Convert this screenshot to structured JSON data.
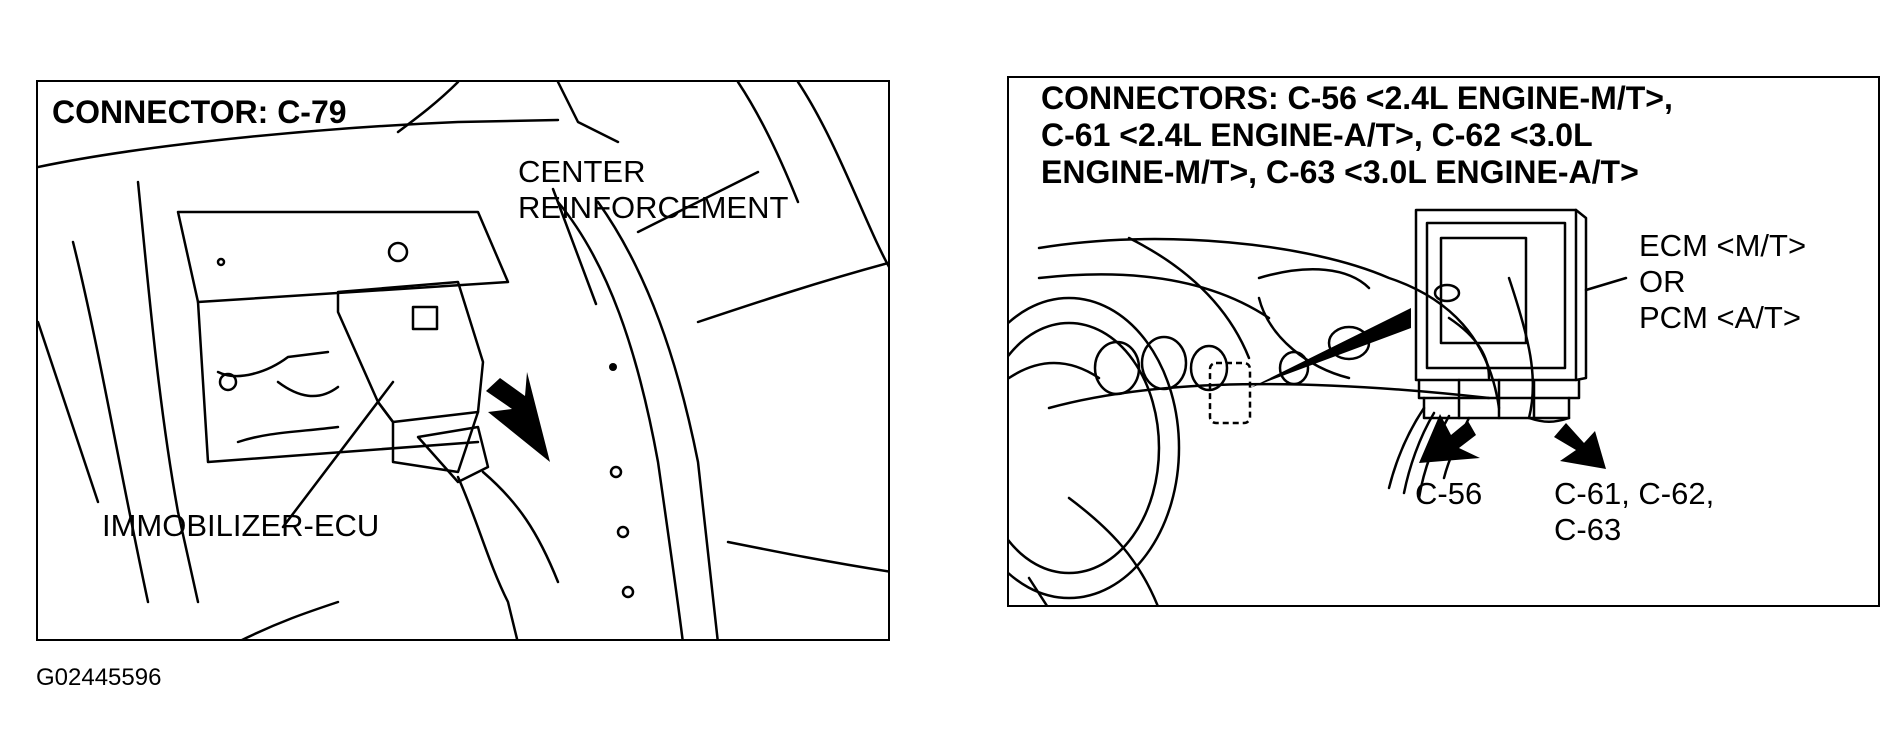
{
  "left_panel": {
    "title": "CONNECTOR: C-79",
    "label_center_reinforcement": [
      "CENTER",
      "REINFORCEMENT"
    ],
    "label_immobilizer": "IMMOBILIZER-ECU"
  },
  "right_panel": {
    "title_lines": [
      "CONNECTORS: C-56 <2.4L ENGINE-M/T>,",
      "C-61 <2.4L ENGINE-A/T>, C-62 <3.0L",
      "ENGINE-M/T>, C-63 <3.0L ENGINE-A/T>"
    ],
    "label_ecm": [
      "ECM <M/T>",
      "OR",
      "PCM <A/T>"
    ],
    "label_c56": "C-56",
    "label_c61": [
      "C-61, C-62,",
      "C-63"
    ]
  },
  "footer": {
    "code": "G02445596"
  }
}
